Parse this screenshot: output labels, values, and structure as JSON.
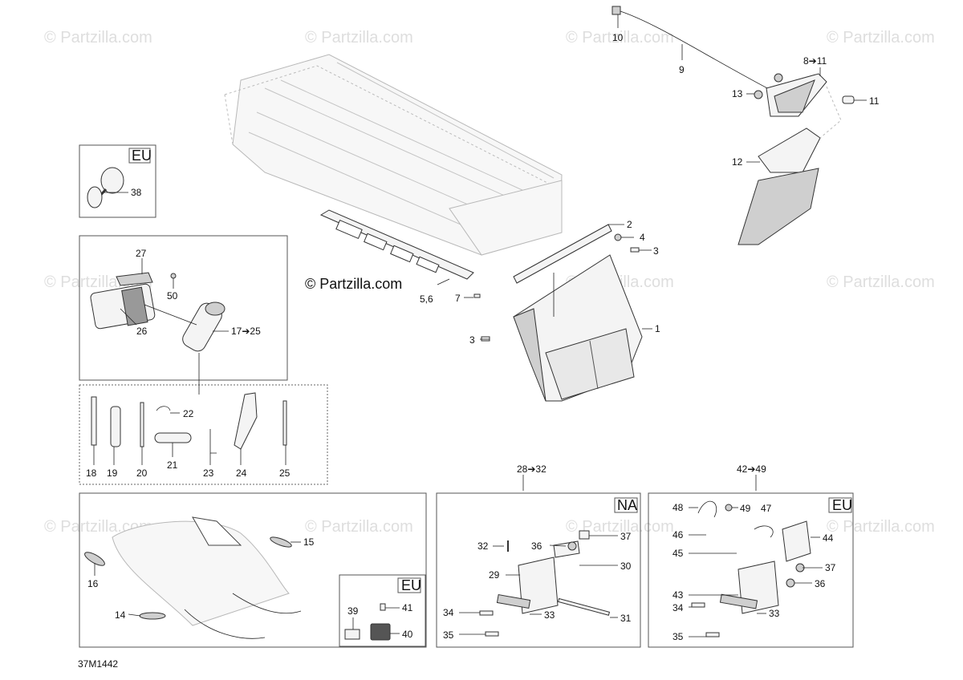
{
  "watermark": "© Partzilla.com",
  "center_watermark": "© Partzilla.com",
  "diagram_code": "37M1442",
  "region_labels": {
    "eu_mirror": "EU",
    "na_plate": "NA",
    "eu_plate": "EU",
    "eu_reflectors": "EU"
  },
  "group_labels": {
    "na_plate": "28➔32",
    "eu_plate": "42➔49"
  },
  "callouts": {
    "c1": "1",
    "c2": "2",
    "c3a": "3",
    "c3b": "3",
    "c4": "4",
    "c56": "5,6",
    "c7": "7",
    "c8": "8➔11",
    "c9": "9",
    "c10": "10",
    "c11": "11",
    "c12": "12",
    "c13": "13",
    "c14": "14",
    "c15": "15",
    "c16": "16",
    "c17": "17➔25",
    "c18": "18",
    "c19": "19",
    "c20": "20",
    "c21": "21",
    "c22": "22",
    "c23": "23",
    "c24": "24",
    "c25": "25",
    "c26": "26",
    "c27": "27",
    "c29": "29",
    "c30": "30",
    "c31": "31",
    "c32": "32",
    "c33a": "33",
    "c33b": "33",
    "c34a": "34",
    "c34b": "34",
    "c35a": "35",
    "c35b": "35",
    "c36a": "36",
    "c36b": "36",
    "c37a": "37",
    "c37b": "37",
    "c38": "38",
    "c39": "39",
    "c40": "40",
    "c41": "41",
    "c43": "43",
    "c44": "44",
    "c45": "45",
    "c46": "46",
    "c47": "47",
    "c48": "48",
    "c49": "49",
    "c50": "50"
  }
}
